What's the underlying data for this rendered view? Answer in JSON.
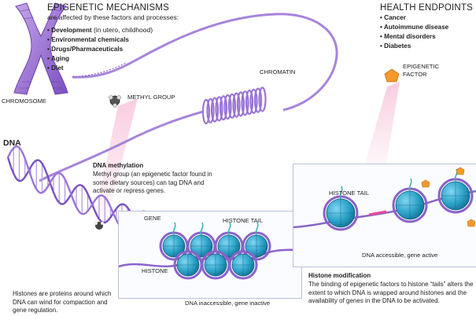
{
  "mechanisms": {
    "title": "EPIGENETIC MECHANISMS",
    "subtitle": "are affected by these factors and processes:",
    "items": [
      {
        "bold": "Development",
        "rest": " (in utero, childhood)"
      },
      {
        "bold": "Environmental chemicals",
        "rest": ""
      },
      {
        "bold": "Drugs/Pharmaceuticals",
        "rest": ""
      },
      {
        "bold": "Aging",
        "rest": ""
      },
      {
        "bold": "Diet",
        "rest": ""
      }
    ]
  },
  "health": {
    "title": "HEALTH ENDPOINTS",
    "items": [
      "Cancer",
      "Autoimmune disease",
      "Mental disorders",
      "Diabetes"
    ]
  },
  "labels": {
    "chromosome": "CHROMOSOME",
    "chromatin": "CHROMATIN",
    "methyl_group": "METHYL GROUP",
    "epigenetic_factor_1": "EPIGENETIC",
    "epigenetic_factor_2": "FACTOR",
    "dna": "DNA",
    "gene": "GENE",
    "histone_tail_left": "HISTONE TAIL",
    "histone": "HISTONE",
    "histone_tail_right": "HISTONE TAIL",
    "dna_inaccessible": "DNA inaccessible, gene inactive",
    "dna_accessible": "DNA accessible, gene active"
  },
  "methylation": {
    "title": "DNA methylation",
    "body": "Methyl group (an epigenetic factor found in some dietary sources) can tag DNA and activate or repress genes."
  },
  "histone_mod": {
    "title": "Histone modification",
    "body": "The binding of epigenetic factors to histone “tails” alters the extent to which DNA is wrapped around histones and the availability of genes in the DNA to be activated."
  },
  "histones_note": "Histones are proteins around which DNA can wind for compaction and gene regulation.",
  "colors": {
    "dna_purple": "#8a63c9",
    "histone_teal": "#2aa0c6",
    "gene_pink": "#e84b9a",
    "factor_orange": "#f39a2b",
    "tail_teal": "#3fb3b8"
  }
}
